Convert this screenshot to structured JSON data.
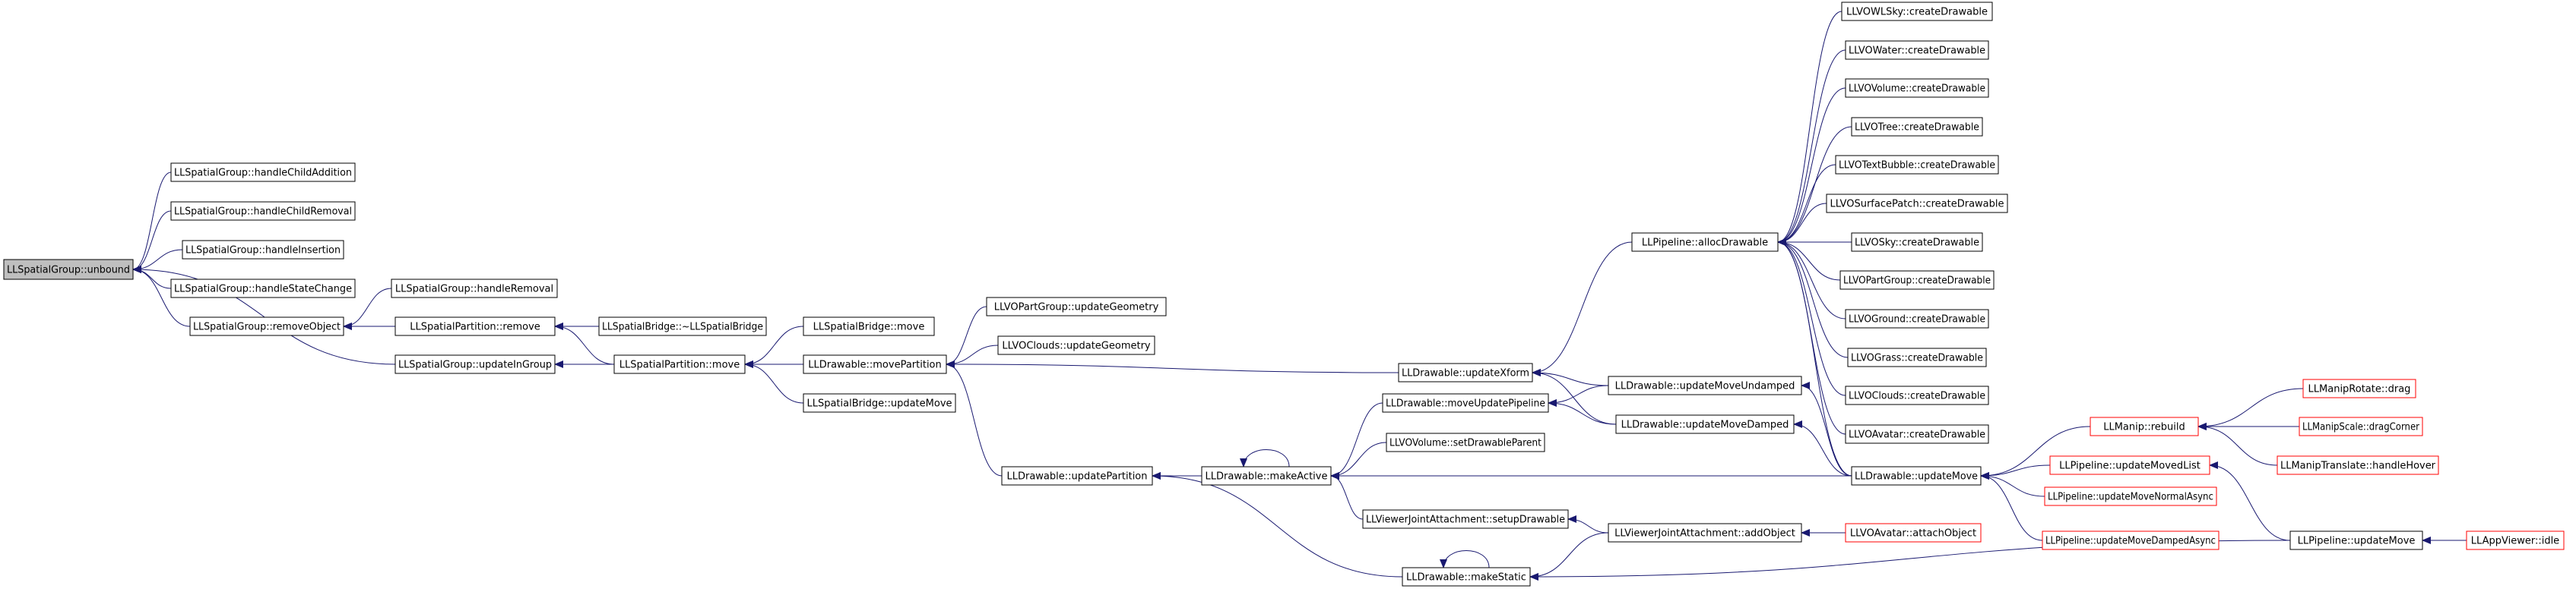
{
  "colors": {
    "edge": "#191970",
    "node_border": "#000000",
    "node_border_external": "#ff0000",
    "node_fill": "#ffffff",
    "root_fill": "#bfbfbf",
    "text": "#000000"
  },
  "nodes": [
    {
      "id": "unbound",
      "label": "LLSpatialGroup::unbound",
      "root": true
    },
    {
      "id": "handleChildAddition",
      "label": "LLSpatialGroup::handleChildAddition"
    },
    {
      "id": "handleChildRemoval",
      "label": "LLSpatialGroup::handleChildRemoval"
    },
    {
      "id": "handleInsertion",
      "label": "LLSpatialGroup::handleInsertion"
    },
    {
      "id": "handleStateChange",
      "label": "LLSpatialGroup::handleStateChange"
    },
    {
      "id": "removeObject",
      "label": "LLSpatialGroup::removeObject"
    },
    {
      "id": "updateInGroup",
      "label": "LLSpatialGroup::updateInGroup"
    },
    {
      "id": "handleRemoval",
      "label": "LLSpatialGroup::handleRemoval"
    },
    {
      "id": "partRemove",
      "label": "LLSpatialPartition::remove"
    },
    {
      "id": "bridgeDtor",
      "label": "LLSpatialBridge::~LLSpatialBridge"
    },
    {
      "id": "partMove",
      "label": "LLSpatialPartition::move"
    },
    {
      "id": "bridgeMove",
      "label": "LLSpatialBridge::move"
    },
    {
      "id": "moveTable",
      "label": "LLDrawable::movePartition"
    },
    {
      "id": "bridgeUpdateMove",
      "label": "LLSpatialBridge::updateMove"
    },
    {
      "id": "partGroupGeom",
      "label": "LLVOPartGroup::updateGeometry"
    },
    {
      "id": "cloudsGeom",
      "label": "LLVOClouds::updateGeometry"
    },
    {
      "id": "updatePartition",
      "label": "LLDrawable::updatePartition"
    },
    {
      "id": "updateXform",
      "label": "LLDrawable::updateXform"
    },
    {
      "id": "makeActive",
      "label": "LLDrawable::makeActive"
    },
    {
      "id": "moveUpdatePipeline",
      "label": "LLDrawable::moveUpdatePipeline"
    },
    {
      "id": "setDrawableParent",
      "label": "LLVOVolume::setDrawableParent"
    },
    {
      "id": "setupDrawable",
      "label": "LLViewerJointAttachment::setupDrawable"
    },
    {
      "id": "makeStatic",
      "label": "LLDrawable::makeStatic"
    },
    {
      "id": "allocDrawable",
      "label": "LLPipeline::allocDrawable"
    },
    {
      "id": "updateMoveUndamped",
      "label": "LLDrawable::updateMoveUndamped"
    },
    {
      "id": "updateMoveDamped",
      "label": "LLDrawable::updateMoveDamped"
    },
    {
      "id": "addObject",
      "label": "LLViewerJointAttachment::addObject"
    },
    {
      "id": "attachObject",
      "label": "LLVOAvatar::attachObject",
      "external": true
    },
    {
      "id": "drawableUpdateMove",
      "label": "LLDrawable::updateMove"
    },
    {
      "id": "wlsky",
      "label": "LLVOWLSky::createDrawable"
    },
    {
      "id": "water",
      "label": "LLVOWater::createDrawable"
    },
    {
      "id": "volume",
      "label": "LLVOVolume::createDrawable"
    },
    {
      "id": "tree",
      "label": "LLVOTree::createDrawable"
    },
    {
      "id": "textBubble",
      "label": "LLVOTextBubble::createDrawable"
    },
    {
      "id": "surfacePatch",
      "label": "LLVOSurfacePatch::createDrawable"
    },
    {
      "id": "sky",
      "label": "LLVOSky::createDrawable"
    },
    {
      "id": "partGroup",
      "label": "LLVOPartGroup::createDrawable"
    },
    {
      "id": "ground",
      "label": "LLVOGround::createDrawable"
    },
    {
      "id": "grass",
      "label": "LLVOGrass::createDrawable"
    },
    {
      "id": "clouds",
      "label": "LLVOClouds::createDrawable"
    },
    {
      "id": "avatar",
      "label": "LLVOAvatar::createDrawable"
    },
    {
      "id": "rebuild",
      "label": "LLManip::rebuild",
      "external": true
    },
    {
      "id": "updateMovedList",
      "label": "LLPipeline::updateMovedList",
      "external": true
    },
    {
      "id": "normalAsync",
      "label": "LLPipeline::updateMoveNormalAsync",
      "external": true
    },
    {
      "id": "dampedAsync",
      "label": "LLPipeline::updateMoveDampedAsync",
      "external": true
    },
    {
      "id": "pipelineUpdateMove",
      "label": "LLPipeline::updateMove"
    },
    {
      "id": "rotateDrag",
      "label": "LLManipRotate::drag",
      "external": true
    },
    {
      "id": "scaleDrag",
      "label": "LLManipScale::dragCorner",
      "external": true
    },
    {
      "id": "translateHover",
      "label": "LLManipTranslate::handleHover",
      "external": true
    },
    {
      "id": "appIdle",
      "label": "LLAppViewer::idle",
      "external": true
    }
  ],
  "edges": [
    [
      "handleChildAddition",
      "unbound"
    ],
    [
      "handleChildRemoval",
      "unbound"
    ],
    [
      "handleInsertion",
      "unbound"
    ],
    [
      "handleStateChange",
      "unbound"
    ],
    [
      "removeObject",
      "unbound"
    ],
    [
      "updateInGroup",
      "unbound"
    ],
    [
      "handleRemoval",
      "removeObject"
    ],
    [
      "partRemove",
      "removeObject"
    ],
    [
      "partMove",
      "updateInGroup"
    ],
    [
      "bridgeDtor",
      "partRemove"
    ],
    [
      "partMove",
      "partRemove"
    ],
    [
      "bridgeMove",
      "partMove"
    ],
    [
      "moveTable",
      "partMove"
    ],
    [
      "bridgeUpdateMove",
      "partMove"
    ],
    [
      "partGroupGeom",
      "moveTable"
    ],
    [
      "cloudsGeom",
      "moveTable"
    ],
    [
      "updateXform",
      "moveTable"
    ],
    [
      "updatePartition",
      "moveTable"
    ],
    [
      "makeActive",
      "updatePartition"
    ],
    [
      "makeStatic",
      "updatePartition"
    ],
    [
      "allocDrawable",
      "updateXform"
    ],
    [
      "updateMoveUndamped",
      "updateXform"
    ],
    [
      "updateMoveDamped",
      "updateXform"
    ],
    [
      "makeActive",
      "makeActive"
    ],
    [
      "moveUpdatePipeline",
      "makeActive"
    ],
    [
      "setDrawableParent",
      "makeActive"
    ],
    [
      "setupDrawable",
      "makeActive"
    ],
    [
      "drawableUpdateMove",
      "makeActive"
    ],
    [
      "updateMoveUndamped",
      "moveUpdatePipeline"
    ],
    [
      "updateMoveDamped",
      "moveUpdatePipeline"
    ],
    [
      "addObject",
      "setupDrawable"
    ],
    [
      "makeStatic",
      "makeStatic"
    ],
    [
      "addObject",
      "makeStatic"
    ],
    [
      "pipelineUpdateMove",
      "makeStatic"
    ],
    [
      "attachObject",
      "addObject"
    ],
    [
      "wlsky",
      "allocDrawable"
    ],
    [
      "water",
      "allocDrawable"
    ],
    [
      "volume",
      "allocDrawable"
    ],
    [
      "tree",
      "allocDrawable"
    ],
    [
      "textBubble",
      "allocDrawable"
    ],
    [
      "surfacePatch",
      "allocDrawable"
    ],
    [
      "sky",
      "allocDrawable"
    ],
    [
      "partGroup",
      "allocDrawable"
    ],
    [
      "ground",
      "allocDrawable"
    ],
    [
      "grass",
      "allocDrawable"
    ],
    [
      "clouds",
      "allocDrawable"
    ],
    [
      "avatar",
      "allocDrawable"
    ],
    [
      "drawableUpdateMove",
      "allocDrawable"
    ],
    [
      "drawableUpdateMove",
      "updateMoveUndamped"
    ],
    [
      "drawableUpdateMove",
      "updateMoveDamped"
    ],
    [
      "rebuild",
      "drawableUpdateMove"
    ],
    [
      "updateMovedList",
      "drawableUpdateMove"
    ],
    [
      "normalAsync",
      "drawableUpdateMove"
    ],
    [
      "dampedAsync",
      "drawableUpdateMove"
    ],
    [
      "rotateDrag",
      "rebuild"
    ],
    [
      "scaleDrag",
      "rebuild"
    ],
    [
      "translateHover",
      "rebuild"
    ],
    [
      "pipelineUpdateMove",
      "updateMovedList"
    ],
    [
      "appIdle",
      "pipelineUpdateMove"
    ]
  ]
}
